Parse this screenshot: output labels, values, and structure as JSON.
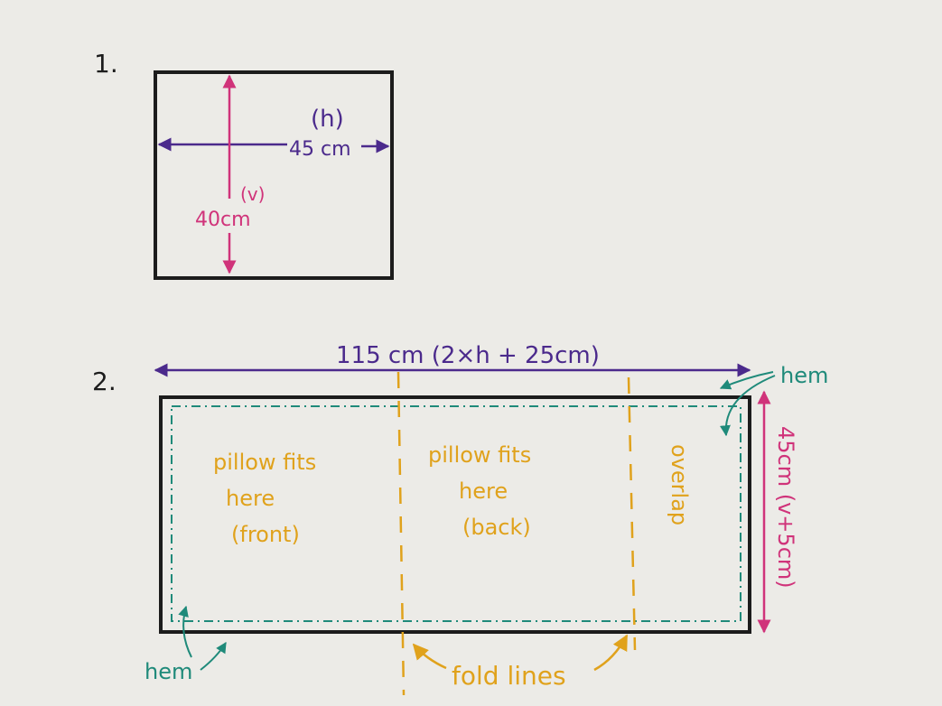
{
  "step1": {
    "number": "1.",
    "width_label": "(h)",
    "width_value": "45 cm",
    "height_label": "(v)",
    "height_value": "40cm"
  },
  "step2": {
    "number": "2.",
    "total_width": "115 cm (2×h + 25cm)",
    "height_label": "45cm (v+5cm)",
    "hem_top": "hem",
    "hem_bottom": "hem",
    "panel_front_line1": "pillow fits",
    "panel_front_line2": "here",
    "panel_front_line3": "(front)",
    "panel_back_line1": "pillow fits",
    "panel_back_line2": "here",
    "panel_back_line3": "(back)",
    "overlap": "overlap",
    "fold_lines": "fold lines"
  },
  "colors": {
    "ink": "#1c1c1c",
    "purple": "#4b2a8c",
    "pink": "#d0337a",
    "orange": "#e0a21c",
    "teal": "#1f8a7a",
    "paper": "#ecebe7"
  }
}
